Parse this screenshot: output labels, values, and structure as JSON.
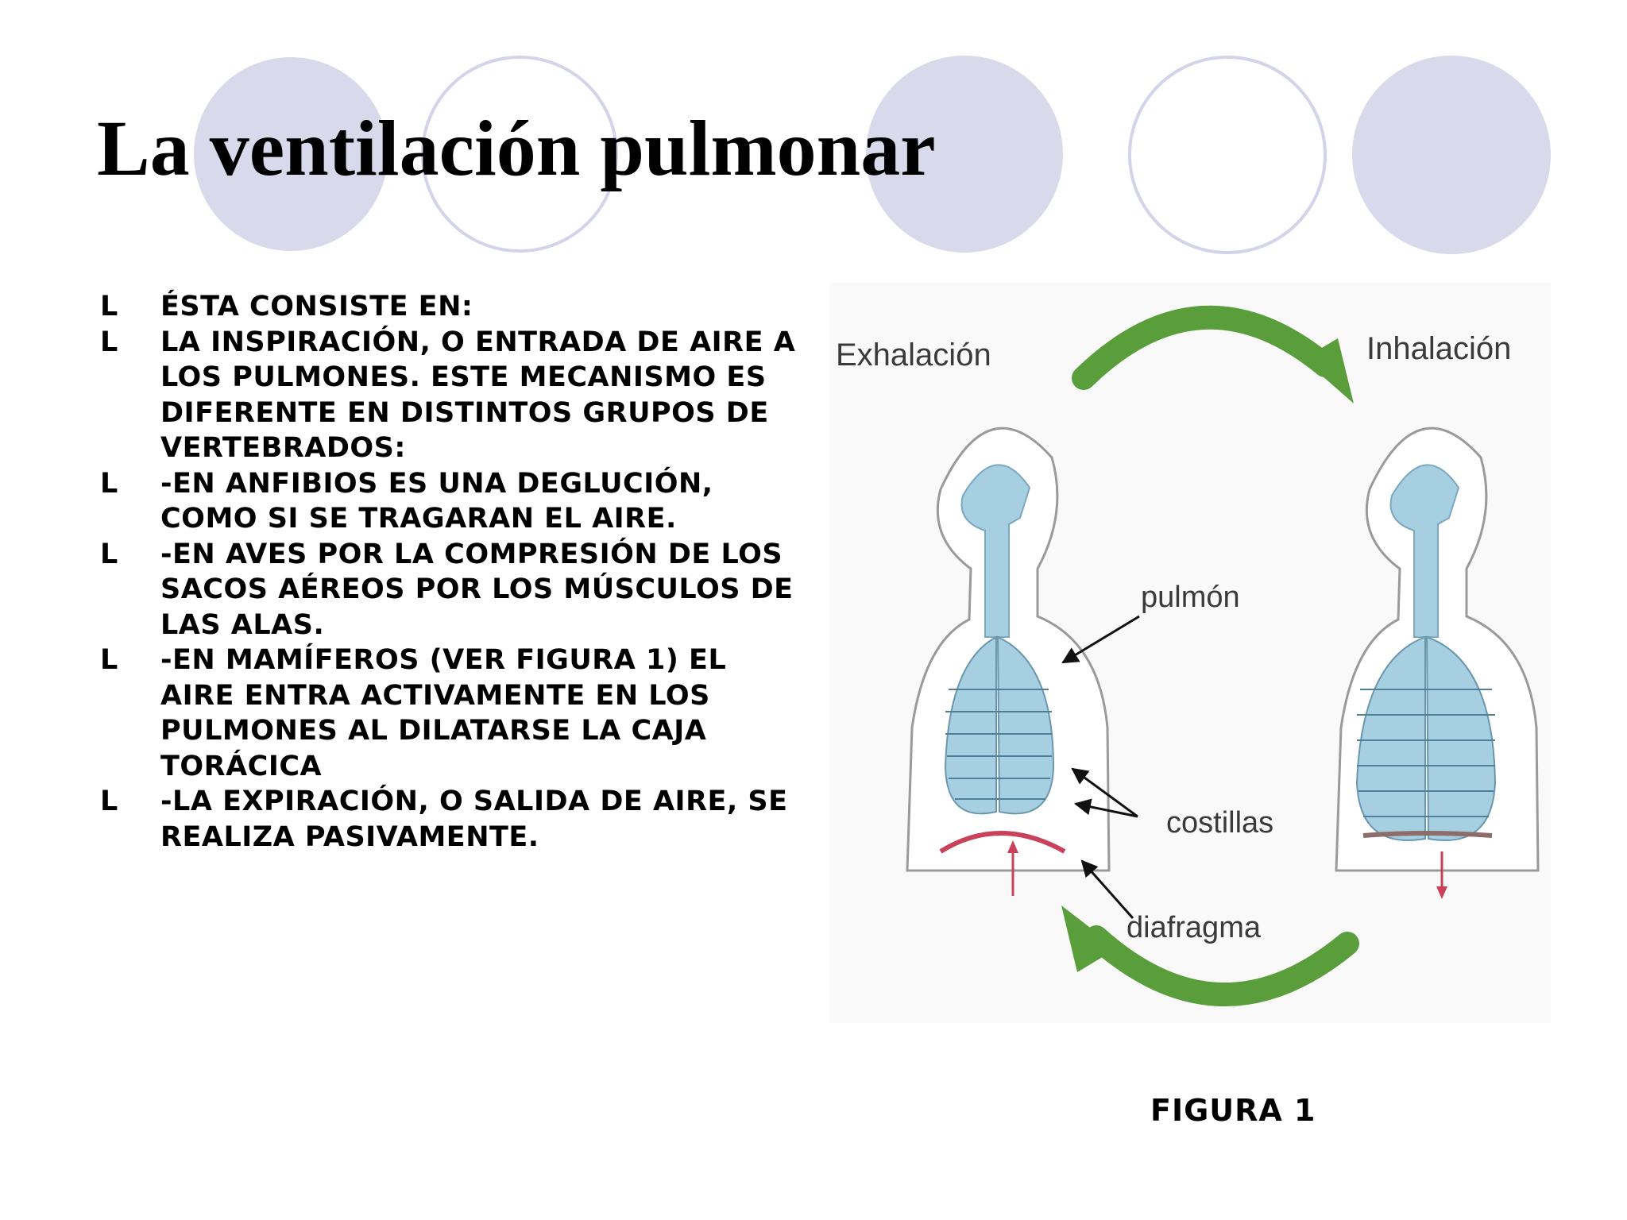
{
  "slide": {
    "title": "La ventilación pulmonar",
    "bullet_marker": "l",
    "bullets": [
      "Ésta consiste en:",
      "La inspiración, o entrada de aire a los pulmones. Este mecanismo es diferente en distintos grupos de vertebrados:",
      "-En anfibios es una deglución, como si se tragaran el aire.",
      "-En aves por la compresión de los sacos aéreos por los músculos de las alas.",
      "-En mamíferos (ver figura 1) el aire entra activamente en los pulmones al dilatarse la caja torácica",
      "-La expiración, o salida de aire, se realiza pasivamente."
    ],
    "caption": "Figura 1"
  },
  "figure": {
    "label_left": "Exhalación",
    "label_right": "Inhalación",
    "label_lung": "pulmón",
    "label_ribs": "costillas",
    "label_diaphragm": "diafragma"
  },
  "colors": {
    "circle": "#d9d9ec",
    "cycle_arrow": "#5a9e3c",
    "airway": "#a6cfe2",
    "diaphragm_exhale": "#c9425a",
    "diaphragm_inhale": "#8c6d6a"
  }
}
